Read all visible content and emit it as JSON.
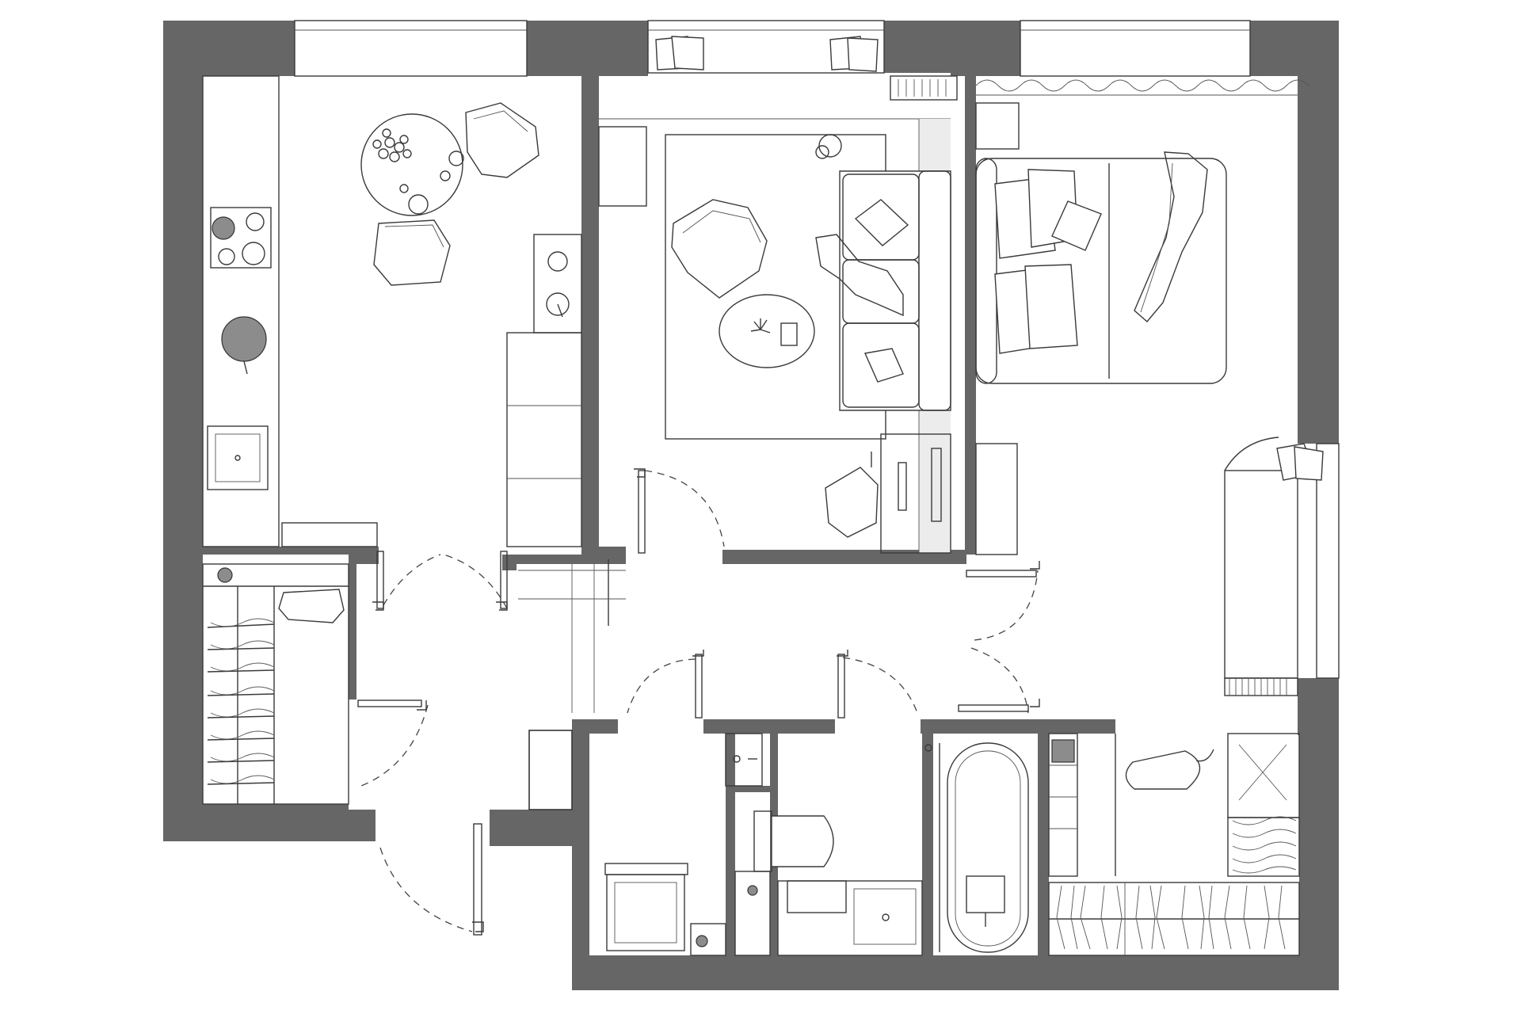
{
  "diagram": {
    "type": "apartment-floor-plan",
    "colors": {
      "wall": "#666666",
      "line": "#3a3a3a",
      "background": "#ffffff",
      "accent_fill": "#8c8c8c"
    },
    "rooms": [
      {
        "id": "kitchen-dining",
        "items": [
          "dining-table",
          "chairs",
          "hob",
          "sink",
          "counter"
        ]
      },
      {
        "id": "living-room",
        "items": [
          "sofa",
          "armchair",
          "coffee-table",
          "rug",
          "desk",
          "office-chair"
        ]
      },
      {
        "id": "bedroom",
        "items": [
          "double-bed",
          "pillows",
          "throw"
        ]
      },
      {
        "id": "wardrobe-hall",
        "items": [
          "hanging-clothes",
          "bag"
        ]
      },
      {
        "id": "laundry",
        "items": [
          "washing-machine",
          "sink"
        ]
      },
      {
        "id": "wc",
        "items": [
          "toilet",
          "sink"
        ]
      },
      {
        "id": "bathroom",
        "items": [
          "bathtub",
          "washbasin"
        ]
      },
      {
        "id": "walk-in-closet",
        "items": [
          "hanging-clothes",
          "shelves",
          "ironing-board"
        ]
      }
    ],
    "door_count": 10
  }
}
